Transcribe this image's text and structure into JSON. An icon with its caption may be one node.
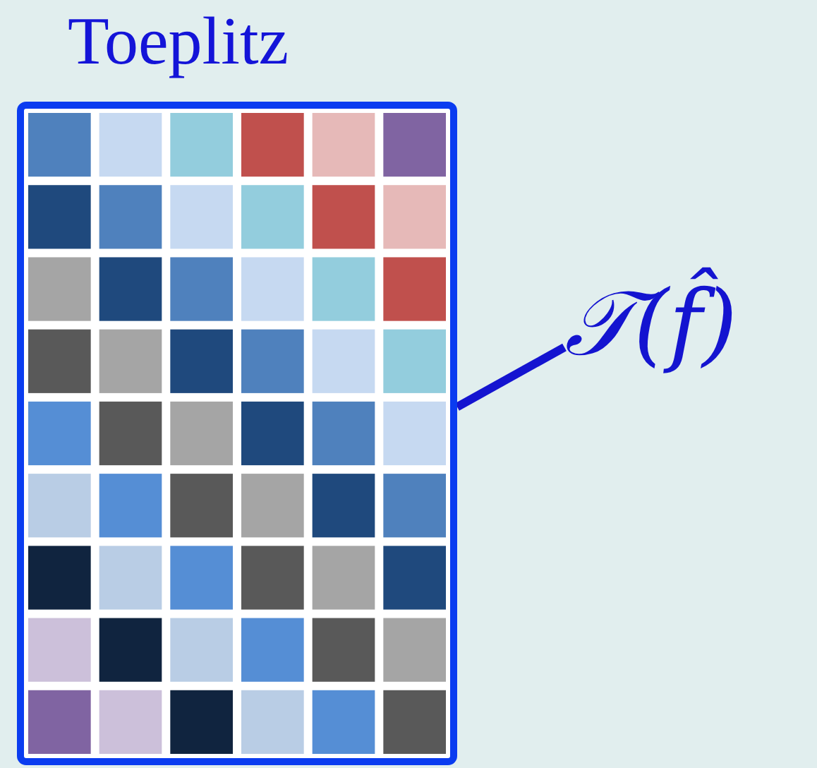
{
  "diagram": {
    "nodes": [
      {
        "text": [
          "Toeplitz"
        ]
      },
      {
        "text": [
          "𝒯(f̂)"
        ]
      }
    ],
    "edges": [
      {
        "from": 1,
        "to": 0,
        "arrow": "none"
      }
    ]
  }
}
